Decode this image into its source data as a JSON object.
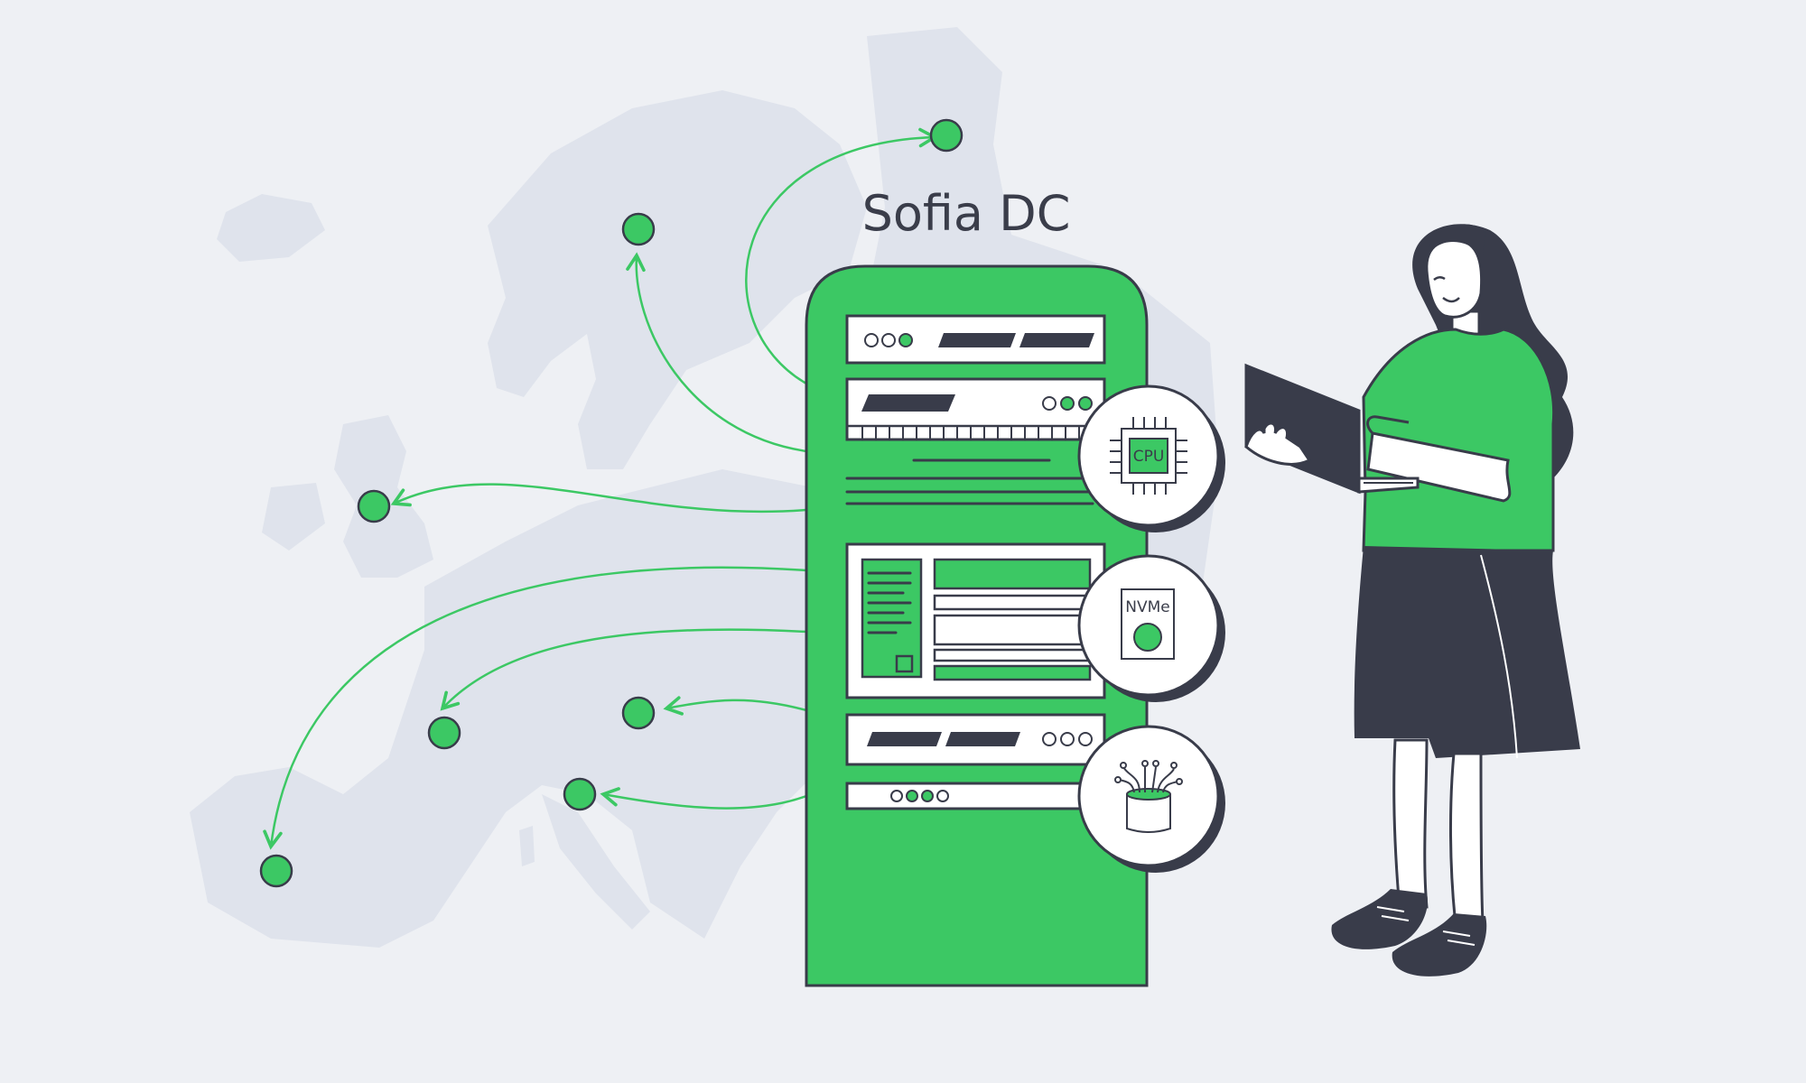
{
  "title": "Sofia DC",
  "badges": {
    "cpu": "CPU",
    "nvme": "NVMe"
  },
  "colors": {
    "accent": "#3cc864",
    "ink": "#393c4a",
    "map": "#dfe3ec",
    "background": "#eef0f4"
  },
  "icons": [
    "cpu-icon",
    "nvme-drive-icon",
    "network-fiber-icon"
  ]
}
